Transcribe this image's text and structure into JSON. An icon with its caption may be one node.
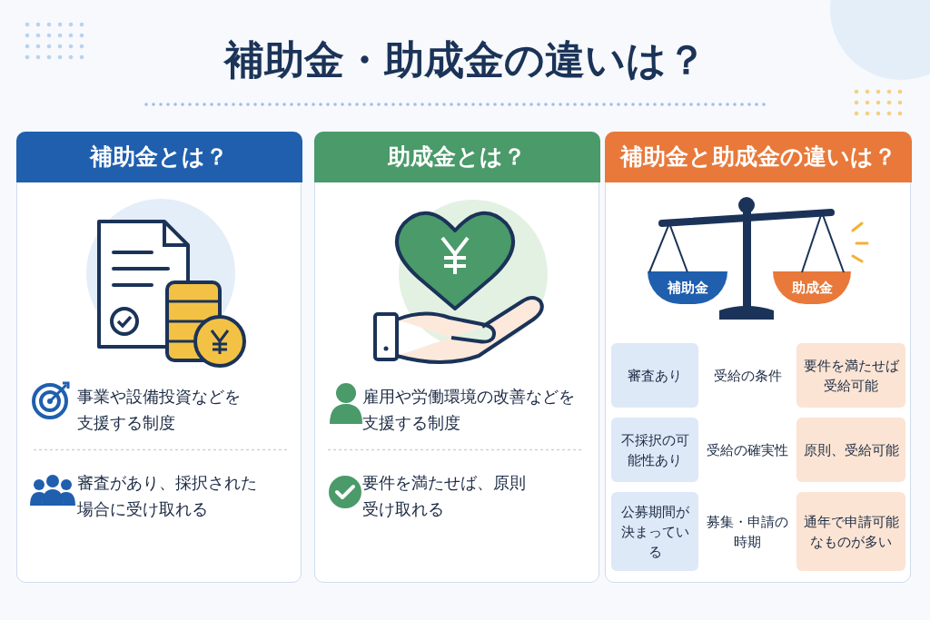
{
  "diagram": {
    "title": "補助金・助成金の違いは？",
    "nodes": [
      {
        "text": [
          "補助金とは？"
        ]
      },
      {
        "text": [
          "助成金とは？"
        ]
      },
      {
        "text": [
          "補助金と助成金の違いは？"
        ]
      },
      {
        "text": [
          "補助金"
        ],
        "in": 2
      },
      {
        "text": [
          "助成金"
        ],
        "in": 2
      },
      {
        "text": [
          "審査あり"
        ],
        "in": 2
      },
      {
        "text": [
          "要件を満たせば受給可能"
        ],
        "in": 2
      },
      {
        "text": [
          "不採択の可能性あり"
        ],
        "in": 2
      },
      {
        "text": [
          "原則、受給可能"
        ],
        "in": 2
      },
      {
        "text": [
          "公募期間が決まっている"
        ],
        "in": 2
      },
      {
        "text": [
          "通年で申請可能なものが多い"
        ],
        "in": 2
      }
    ],
    "labels": [
      "事業や設備投資などを支援する制度",
      "審査があり、採択された場合に受け取れる",
      "雇用や労働環境の改善などを支援する制度",
      "要件を満たせば、原則受け取れる",
      "受給の条件",
      "受給の確実性",
      "募集・申請の時期"
    ]
  }
}
